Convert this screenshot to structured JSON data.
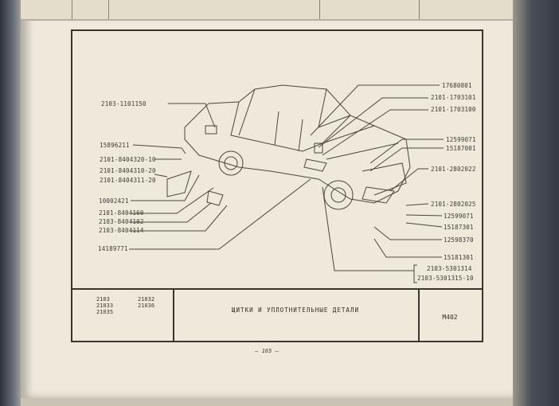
{
  "left_labels": [
    "2103-1101150",
    "15896211",
    "2101-8404320-10",
    "2101-8404310-20",
    "2101-8404311-20",
    "10002421",
    "2101-8404160",
    "2103-8404102",
    "2103-8404114",
    "14189771"
  ],
  "right_labels": [
    "17680801",
    "2101-1703101",
    "2101-1703100",
    "12599071",
    "15187001",
    "2101-2802022",
    "2101-2802025",
    "12599071",
    "15187301",
    "12598370",
    "15181301",
    "2103-5301314",
    "2103-5301315-10"
  ],
  "table": {
    "models": [
      "2103",
      "21032",
      "21033",
      "21036",
      "21035"
    ],
    "title": "ЩИТКИ И УПЛОТНИТЕЛЬНЫЕ ДЕТАЛИ",
    "code": "М402"
  },
  "page_number": "— 165 —"
}
